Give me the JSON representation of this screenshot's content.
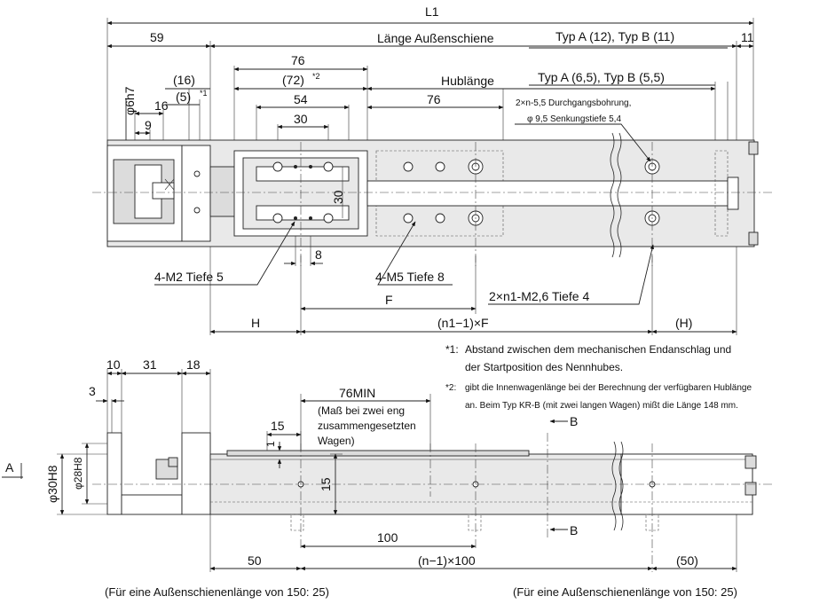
{
  "top_view": {
    "overall_length": "L1",
    "dim_59": "59",
    "outer_rail_length": "Länge Außenschiene",
    "type_a_12_b_11": "Typ A (12), Typ B (11)",
    "dim_11": "11",
    "dim_76_top": "76",
    "dim_72_note": "(72)",
    "note_mark_2": "*2",
    "dim_16_paren": "(16)",
    "dim_5_paren": "(5)",
    "note_mark_1": "*1",
    "dim_16": "16",
    "dim_9": "9",
    "shaft_diameter": "φ6h7",
    "dim_54": "54",
    "dim_30_horizontal": "30",
    "dim_30_vertical": "30",
    "stroke_length": "Hublänge",
    "type_a_65_b_55": "Typ A (6,5), Typ B (5,5)",
    "dim_76_stroke": "76",
    "through_hole_line1": "2×n-5,5 Durchgangsbohrung,",
    "through_hole_line2": "φ 9,5 Senkungstiefe 5,4",
    "dim_8": "8",
    "m2_label": "4-M2 Tiefe 5",
    "m5_label": "4-M5 Tiefe 8",
    "dim_F": "F",
    "m26_label": "2×n1-M2,6 Tiefe 4",
    "dim_H": "H",
    "dim_n1F": "(n1−1)×F",
    "dim_H_paren": "(H)"
  },
  "notes": {
    "note1_mark": "*1:",
    "note1_line1": "Abstand zwischen dem mechanischen Endanschlag und",
    "note1_line2": "der Startposition des Nennhubes.",
    "note2_mark": "*2:",
    "note2_line1": "gibt die Innenwagenlänge bei der Berechnung der verfügbaren Hublänge",
    "note2_line2": "an. Beim Typ KR-B (mit zwei langen Wagen) mißt die Länge 148 mm."
  },
  "side_view": {
    "dim_10": "10",
    "dim_31": "31",
    "dim_18": "18",
    "dim_3": "3",
    "dim_76min": "76MIN",
    "min_note_line1": "(Maß bei zwei eng",
    "min_note_line2": "zusammengesetzten",
    "min_note_line3": "Wagen)",
    "dim_15_top": "15",
    "dim_1": "1",
    "dim_15_vertical": "15",
    "section_B_top": "B",
    "section_B_bottom": "B",
    "view_A": "A",
    "bore_30": "φ30H8",
    "bore_28": "φ28H8",
    "dim_100": "100",
    "dim_50": "50",
    "dim_n100": "(n−1)×100",
    "dim_50_paren": "(50)",
    "footnote_left": "(Für eine Außenschienenlänge von 150:  25)",
    "footnote_right": "(Für eine Außenschienenlänge von 150:  25)"
  }
}
